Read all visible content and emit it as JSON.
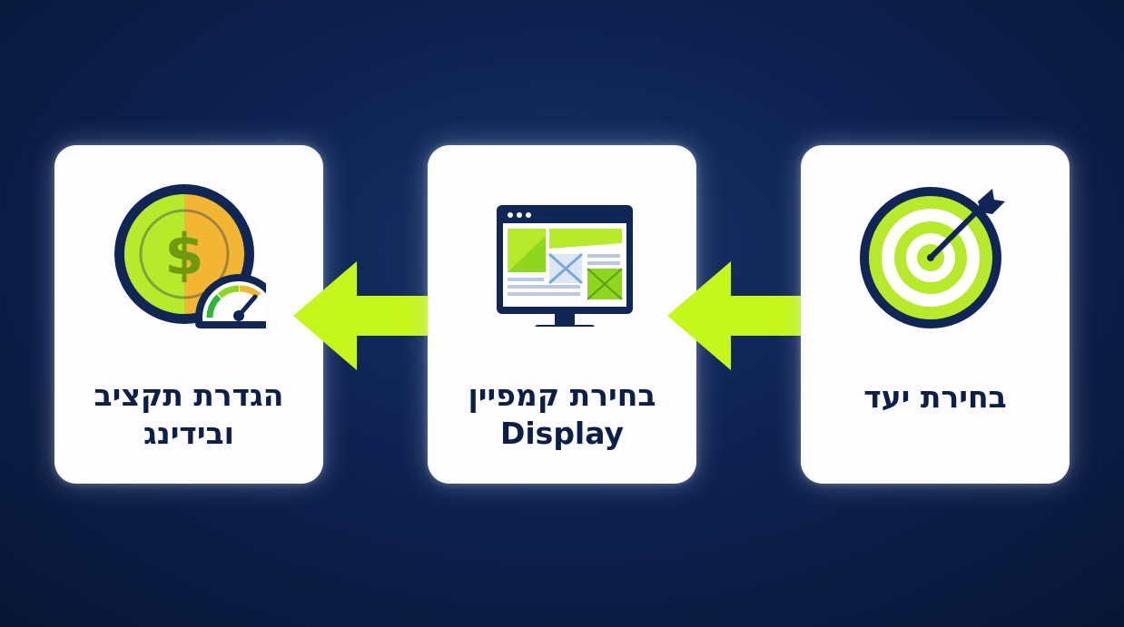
{
  "steps": [
    {
      "id": "budget",
      "title_line1": "הגדרת תקציב",
      "title_line2": "ובידינג",
      "icon": "dollar-coin-speedometer-icon"
    },
    {
      "id": "display",
      "title_line1": "בחירת קמפיין",
      "title_line2": "Display",
      "icon": "display-monitor-icon"
    },
    {
      "id": "goal",
      "title_line1": "בחירת יעד",
      "icon": "target-dartboard-icon"
    }
  ],
  "flow_direction": "right-to-left",
  "colors": {
    "accent_green": "#c6f71a",
    "card_bg": "#fdfdff",
    "title_text": "#0b1f4a",
    "navy": "#0f2656"
  }
}
